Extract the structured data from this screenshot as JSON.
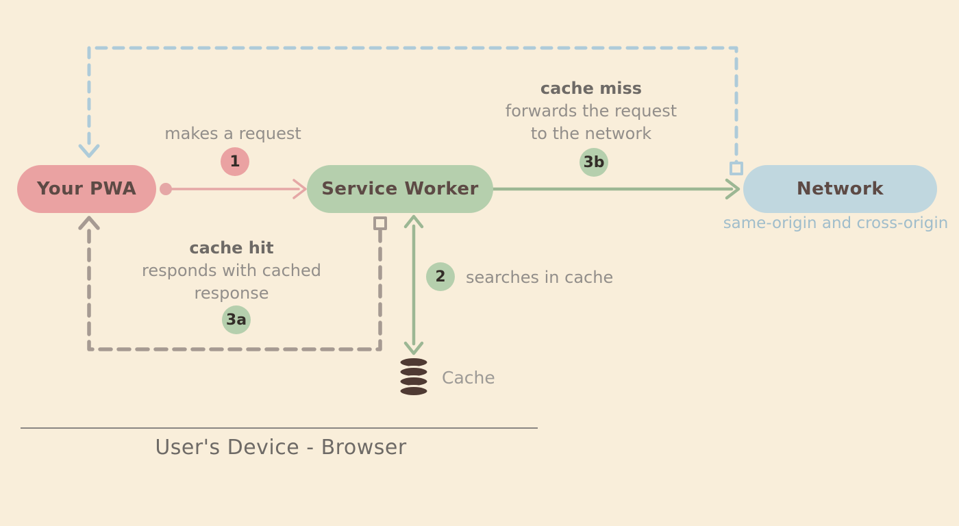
{
  "colors": {
    "background": "#f9eeda",
    "pwa_fill": "#eaa2a2",
    "service_worker_fill": "#b5cfad",
    "network_fill": "#c0d7df",
    "node_text": "#5d4a45",
    "muted_text": "#928e8a",
    "bold_text": "#6e6a66",
    "pink_arrow": "#e5a7a6",
    "green_arrow": "#9cb794",
    "blue_dash": "#aecbd9",
    "taupe_dash": "#a69a92",
    "badge_pink": "#eaa2a2",
    "badge_green": "#b5cfad",
    "badge_text": "#332d28",
    "network_sub_text": "#a0bdcb",
    "cache_icon": "#4f3a33",
    "cache_label_text": "#9d9a96",
    "divider": "#8a8682"
  },
  "nodes": {
    "pwa": {
      "label": "Your PWA"
    },
    "service_worker": {
      "label": "Service Worker"
    },
    "network": {
      "label": "Network",
      "subtitle": "same-origin and cross-origin"
    }
  },
  "steps": {
    "step1": {
      "badge": "1",
      "label": "makes a request"
    },
    "step2": {
      "badge": "2",
      "label": "searches in cache"
    },
    "step3a": {
      "badge": "3a",
      "title": "cache hit",
      "line1": "responds with cached",
      "line2": "response"
    },
    "step3b": {
      "badge": "3b",
      "title": "cache miss",
      "line1": "forwards the request",
      "line2": "to the network"
    }
  },
  "cache": {
    "label": "Cache"
  },
  "footer": {
    "label": "User's Device - Browser"
  }
}
